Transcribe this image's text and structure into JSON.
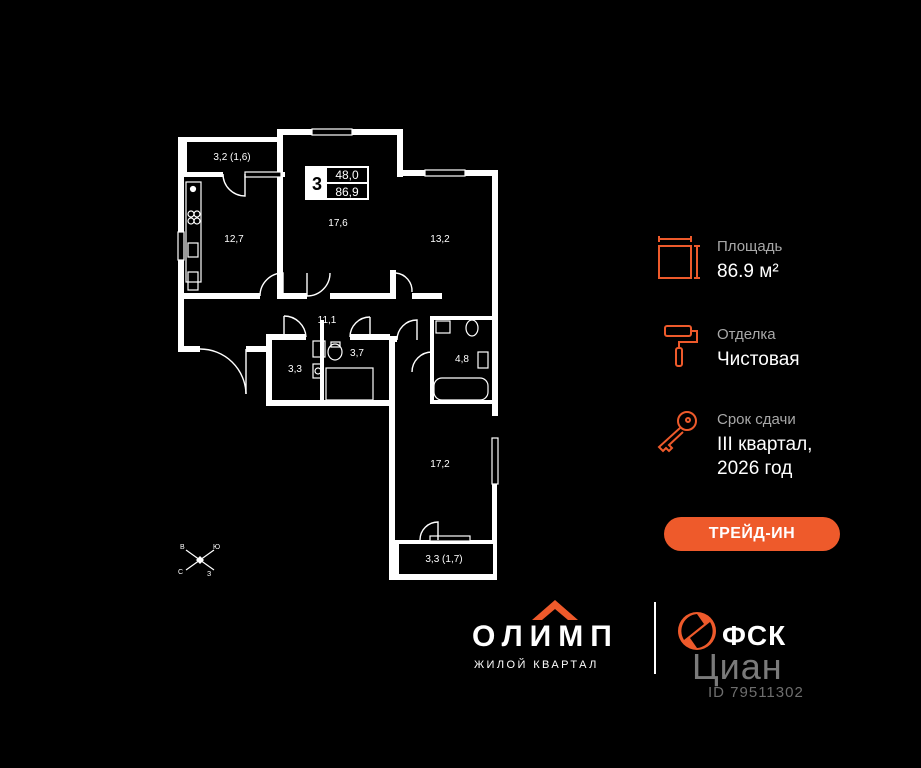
{
  "plan": {
    "rooms_badge": {
      "count": "3",
      "living_area": "48,0",
      "total_area": "86,9"
    },
    "rooms": [
      {
        "id": "balcony-top",
        "label": "3,2 (1,6)"
      },
      {
        "id": "kitchen",
        "label": "12,7"
      },
      {
        "id": "bedroom-1",
        "label": "17,6"
      },
      {
        "id": "bedroom-2",
        "label": "13,2"
      },
      {
        "id": "hall",
        "label": "11,1"
      },
      {
        "id": "wardrobe",
        "label": "3,3"
      },
      {
        "id": "wc",
        "label": "3,7"
      },
      {
        "id": "bathroom",
        "label": "4,8"
      },
      {
        "id": "bedroom-3",
        "label": "17,2"
      },
      {
        "id": "balcony-bottom",
        "label": "3,3 (1,7)"
      }
    ],
    "compass": {
      "n": "В",
      "e": "Ю",
      "s": "З",
      "w": "С"
    }
  },
  "info": {
    "area": {
      "label": "Площадь",
      "value": "86.9 м²",
      "icon": "floor-plan-icon"
    },
    "finish": {
      "label": "Отделка",
      "value": "Чистовая",
      "icon": "paint-roller-icon"
    },
    "delivery": {
      "label": "Срок сдачи",
      "value_line1": "III квартал,",
      "value_line2": "2026 год",
      "icon": "key-icon"
    }
  },
  "trade_in_button": "ТРЕЙД-ИН",
  "branding": {
    "olimp_name": "ОЛИМП",
    "olimp_sub": "ЖИЛОЙ КВАРТАЛ",
    "fsk_name": "ФСК",
    "watermark_brand": "Циан",
    "watermark_id": "ID 79511302"
  },
  "colors": {
    "accent": "#ee5a2b",
    "background": "#000000",
    "walls": "#ffffff"
  }
}
